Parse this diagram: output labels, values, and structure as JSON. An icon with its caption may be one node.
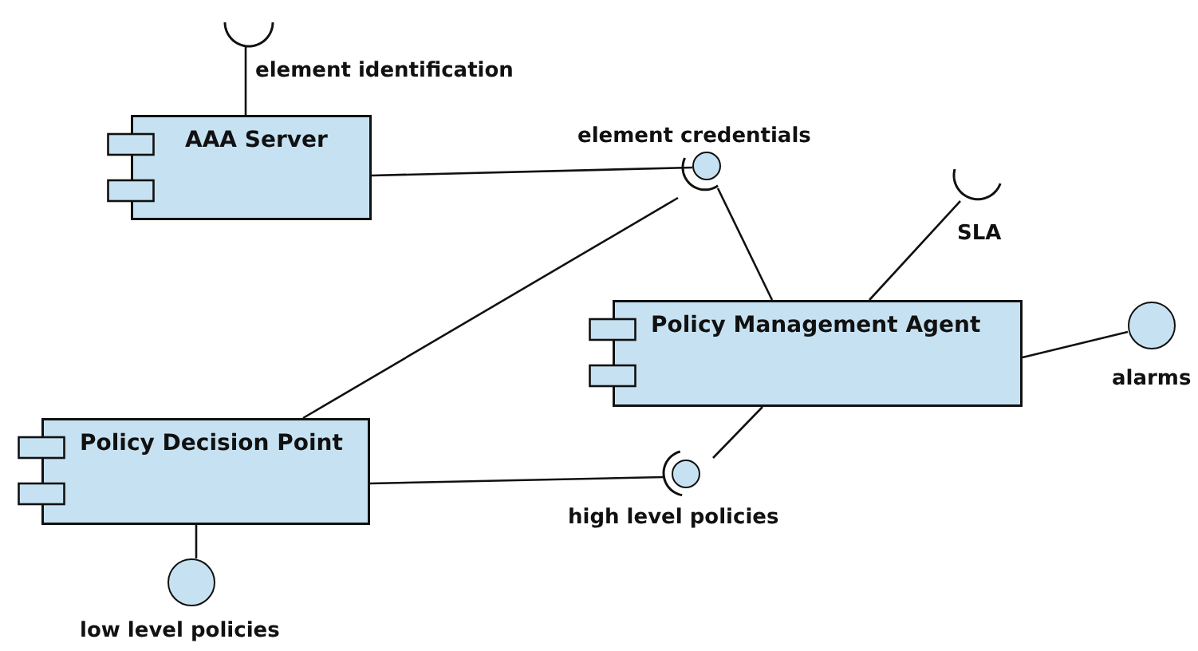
{
  "diagram": {
    "nodes": [
      {
        "text": [
          "AAA Server"
        ]
      },
      {
        "text": [
          "Policy Management Agent"
        ]
      },
      {
        "text": [
          "Policy Decision Point"
        ]
      },
      {
        "text": [],
        "shape": "arc",
        "beside": [
          "element identification"
        ]
      },
      {
        "text": [],
        "shape": "circle",
        "beside": [
          "element credentials"
        ]
      },
      {
        "text": [],
        "shape": "arc"
      },
      {
        "text": [],
        "shape": "arc",
        "beside": [
          "SLA"
        ]
      },
      {
        "text": [],
        "shape": "circle",
        "beside": [
          "alarms"
        ]
      },
      {
        "text": [],
        "shape": "circle",
        "beside": [
          "high level policies"
        ]
      },
      {
        "text": [],
        "shape": "arc"
      },
      {
        "text": [],
        "shape": "circle",
        "beside": [
          "low level policies"
        ]
      }
    ],
    "edges": [
      {
        "from": 0,
        "to": 3,
        "arrow": "none"
      },
      {
        "from": 0,
        "to": 4,
        "arrow": "none"
      },
      {
        "from": 2,
        "to": 5,
        "arrow": "none"
      },
      {
        "from": 1,
        "to": 5,
        "arrow": "none"
      },
      {
        "from": 1,
        "to": 6,
        "arrow": "none"
      },
      {
        "from": 1,
        "to": 7,
        "arrow": "none"
      },
      {
        "from": 2,
        "to": 9,
        "arrow": "none"
      },
      {
        "from": 1,
        "to": 8,
        "arrow": "none"
      },
      {
        "from": 2,
        "to": 10,
        "arrow": "none"
      }
    ]
  }
}
